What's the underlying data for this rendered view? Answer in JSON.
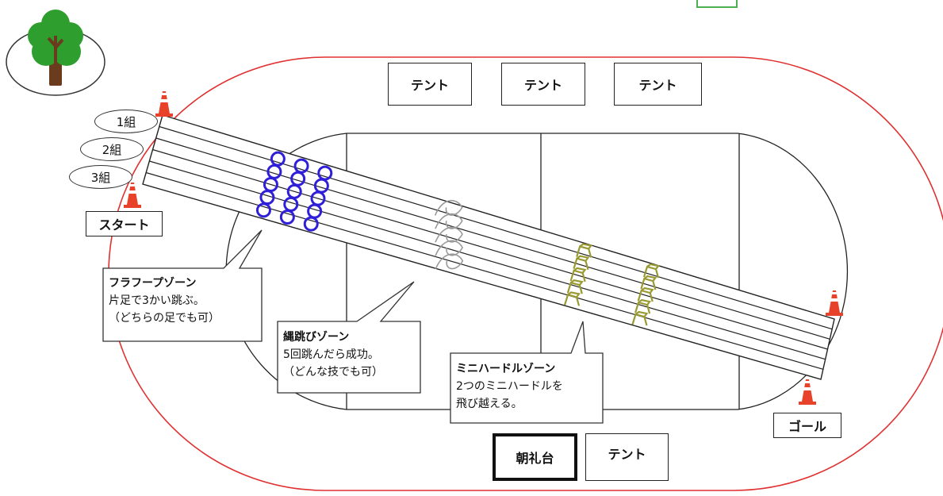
{
  "colors": {
    "track": "#e03030",
    "lane": "#222222",
    "hoop": "#2f1fd8",
    "hurdle": "#9a9a33",
    "rope": "#9a9a9a",
    "cone": "#e8422a",
    "tree_canopy": "#2e9e2e",
    "tree_trunk": "#6b3b1e",
    "top_box": "#4caf50"
  },
  "icons": {
    "tree": "tree-icon",
    "cone": "traffic-cone-icon"
  },
  "tents": {
    "top": [
      "テント",
      "テント",
      "テント"
    ],
    "bottom": "テント"
  },
  "podium": "朝礼台",
  "groups": [
    "1組",
    "2組",
    "3組"
  ],
  "start_label": "スタート",
  "goal_label": "ゴール",
  "zones": {
    "hoop": {
      "title": "フラフープゾーン",
      "lines": [
        "片足で3かい跳ぶ。",
        "（どちらの足でも可）"
      ]
    },
    "rope": {
      "title": "縄跳びゾーン",
      "lines": [
        "5回跳んだら成功。",
        "（どんな技でも可）"
      ]
    },
    "hurdle": {
      "title": "ミニハードルゾーン",
      "lines": [
        "2つのミニハードルを",
        "飛び越える。"
      ]
    }
  }
}
